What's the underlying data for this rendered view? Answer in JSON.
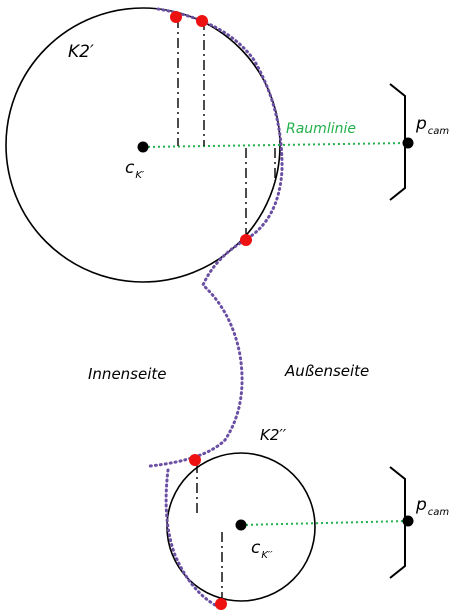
{
  "labels": {
    "circle_upper": "K2′",
    "circle_lower": "K2′′",
    "raumlinie": "Raumlinie",
    "innenseite": "Innenseite",
    "aussenseite": "Außenseite",
    "camera_upper": {
      "base": "p",
      "sub": "cam"
    },
    "camera_lower": {
      "base": "p",
      "sub": "cam"
    },
    "center_upper": {
      "base": "c",
      "sub": "K′"
    },
    "center_lower": {
      "base": "c",
      "sub": "K′′"
    }
  },
  "colors": {
    "circle": "#000000",
    "path": "#6a4fa3",
    "contact_points": "#ee1111",
    "sight_line": "#22b14c",
    "guide_lines": "#000000"
  }
}
